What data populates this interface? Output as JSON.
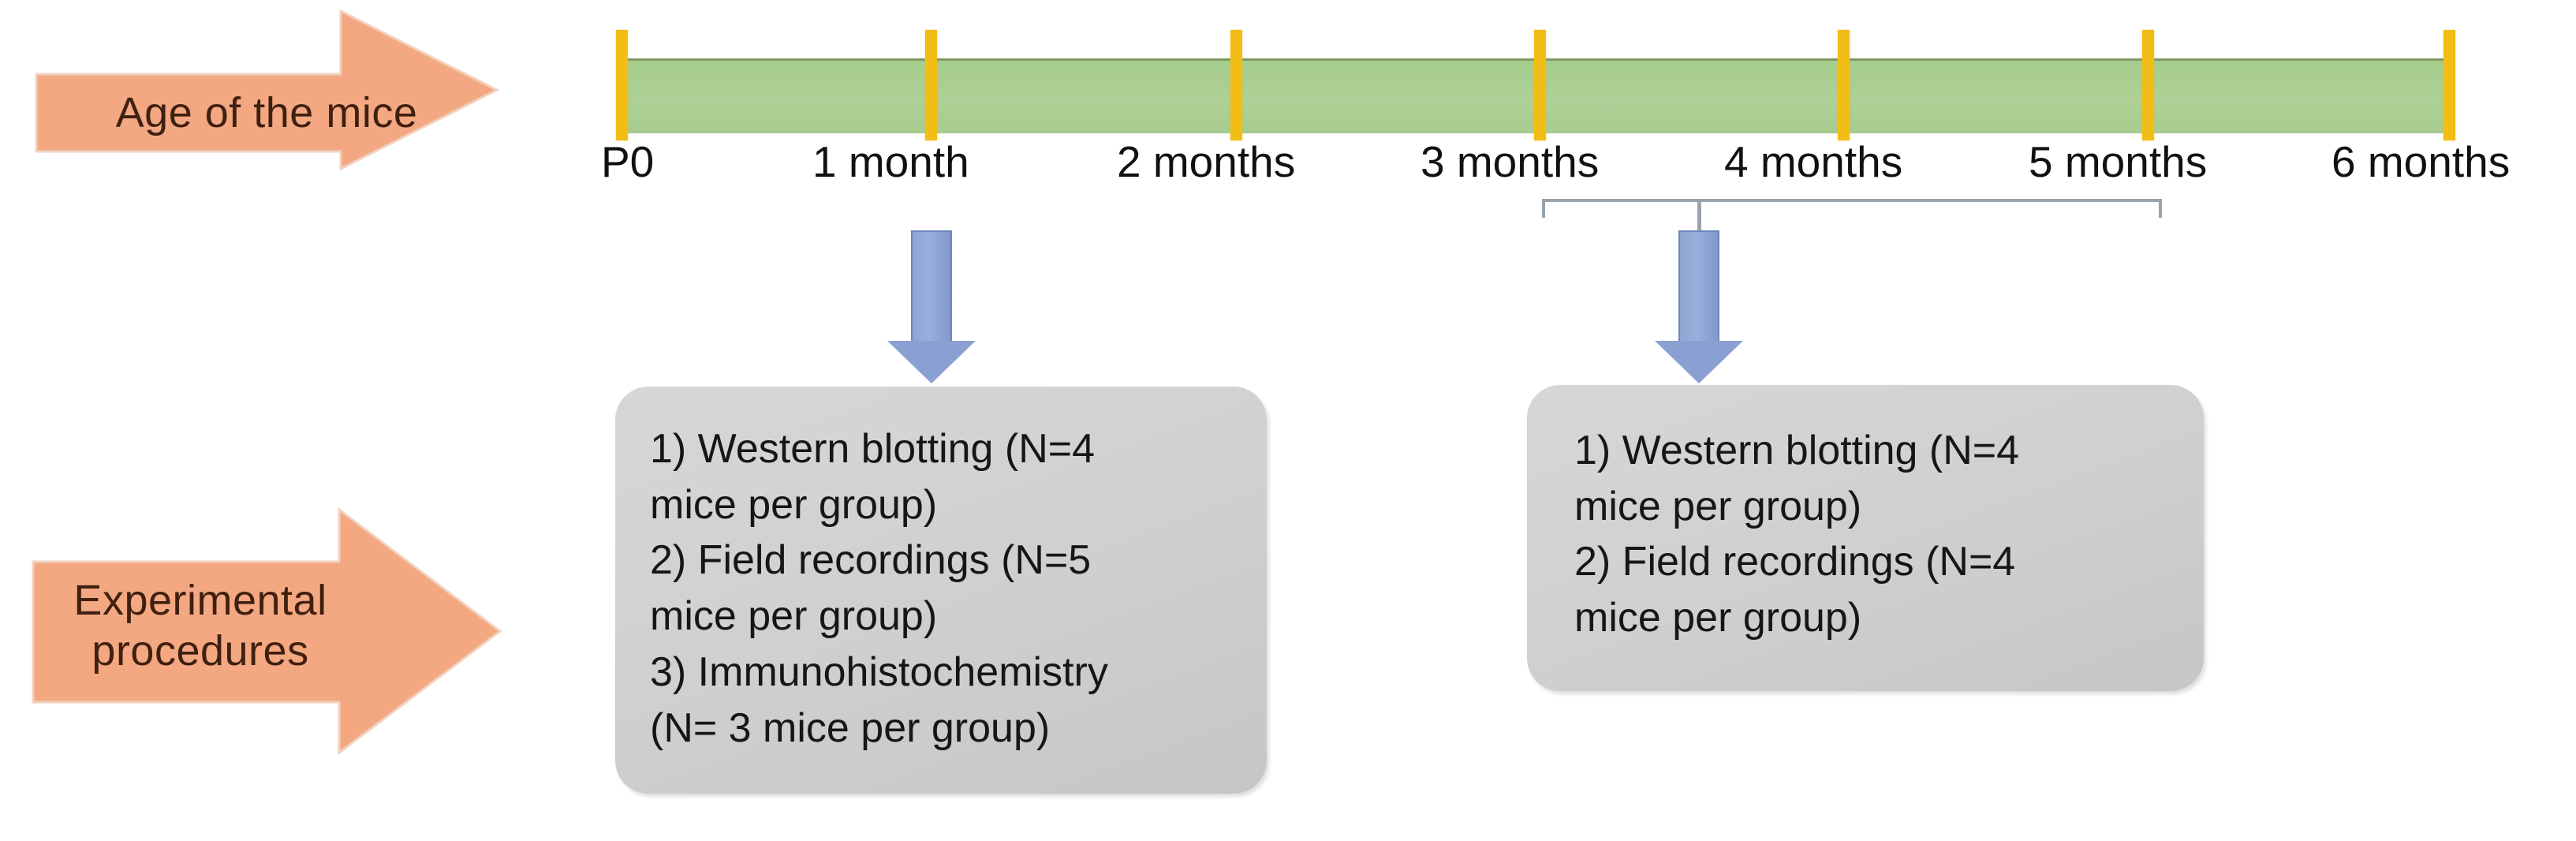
{
  "figure": {
    "title": "Experimental timeline of mouse age and procedures",
    "background_color": "#ffffff"
  },
  "row_labels": {
    "age_arrow": {
      "text": "Age of the mice",
      "fill_color": "#f2a57e"
    },
    "procedures_arrow": {
      "text": "Experimental\nprocedures",
      "fill_color": "#f2a57e"
    }
  },
  "timeline": {
    "bar_color": "#a9cf91",
    "tick_color": "#f2bd16",
    "ticks": [
      {
        "label": "P0",
        "months": 0
      },
      {
        "label": "1 month",
        "months": 1
      },
      {
        "label": "2 months",
        "months": 2
      },
      {
        "label": "3 months",
        "months": 3
      },
      {
        "label": "4 months",
        "months": 4
      },
      {
        "label": "5 months",
        "months": 5
      },
      {
        "label": "6 months",
        "months": 6
      }
    ],
    "bracket": {
      "from_label": "3 months",
      "to_label": "5 months",
      "color": "#9aa3ab"
    }
  },
  "arrows": {
    "color": "#8098cd",
    "left_target": "1 month",
    "right_target": "3 to 5 months"
  },
  "procedure_boxes": [
    {
      "id": "box-1-month",
      "fill_color": "#cfcfcf",
      "text": "1) Western blotting (N=4\nmice per group)\n2) Field recordings (N=5\nmice per group)\n3) Immunohistochemistry\n(N= 3 mice per group)",
      "items": [
        {
          "index": "1)",
          "name": "Western blotting",
          "n": "N=4",
          "unit": "mice per group"
        },
        {
          "index": "2)",
          "name": "Field recordings",
          "n": "N=5",
          "unit": "mice per group"
        },
        {
          "index": "3)",
          "name": "Immunohistochemistry",
          "n": "N= 3",
          "unit": "mice per group"
        }
      ]
    },
    {
      "id": "box-3-to-5-months",
      "fill_color": "#cfcfcf",
      "text": "1) Western blotting (N=4\nmice per group)\n2) Field recordings (N=4\nmice per group)",
      "items": [
        {
          "index": "1)",
          "name": "Western blotting",
          "n": "N=4",
          "unit": "mice per group"
        },
        {
          "index": "2)",
          "name": "Field recordings",
          "n": "N=4",
          "unit": "mice per group"
        }
      ]
    }
  ]
}
